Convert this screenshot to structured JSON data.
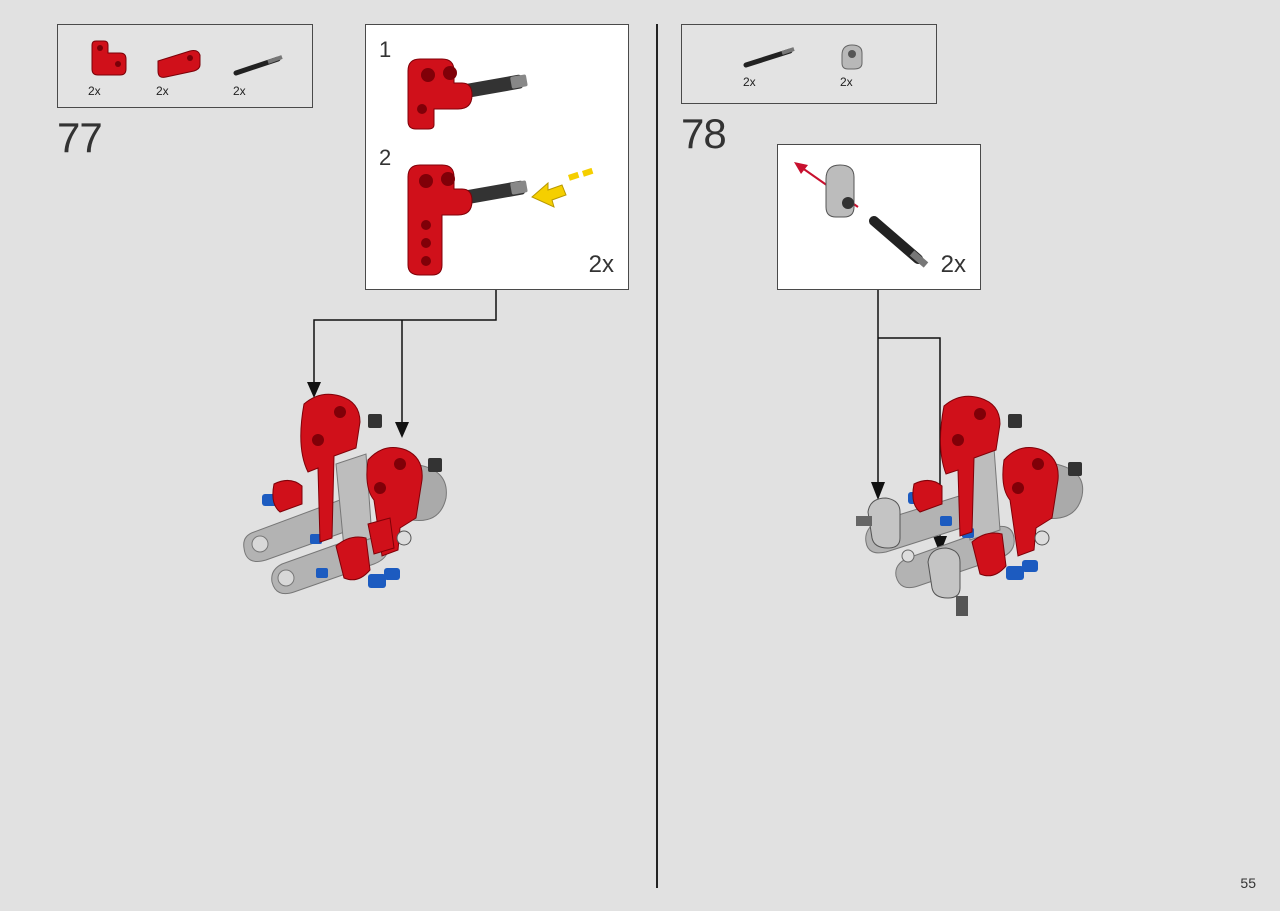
{
  "page_number": "55",
  "step77": {
    "number": "77",
    "parts": [
      {
        "icon": "red-bent-liftarm-icon",
        "qty": "2x"
      },
      {
        "icon": "red-connector-block-icon",
        "qty": "2x"
      },
      {
        "icon": "black-axle-pin-icon",
        "qty": "2x"
      }
    ],
    "substeps": [
      "1",
      "2"
    ],
    "multiplier": "2x"
  },
  "step78": {
    "number": "78",
    "parts": [
      {
        "icon": "black-axle-icon",
        "qty": "2x"
      },
      {
        "icon": "gray-pin-connector-icon",
        "qty": "2x"
      }
    ],
    "multiplier": "2x"
  },
  "colors": {
    "red": "#d0101a",
    "gray": "#a9a9a9",
    "blue": "#1c5bc0",
    "yellow": "#f5cf00",
    "black": "#222222"
  }
}
